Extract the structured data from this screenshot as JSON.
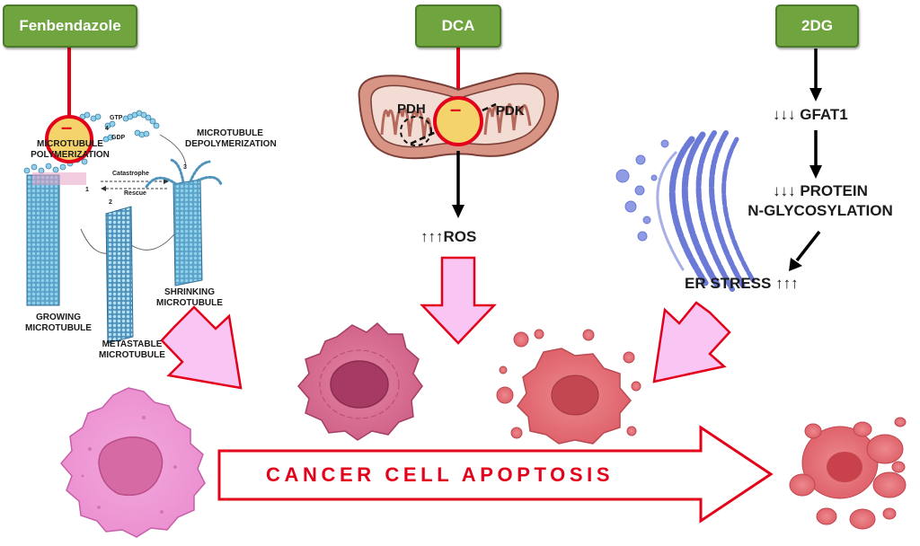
{
  "drugs": {
    "fenbendazole": "Fenbendazole",
    "dca": "DCA",
    "dg2": "2DG"
  },
  "microtubule": {
    "polymerization": "MICROTUBULE POLYMERIZATION",
    "depolymerization": "MICROTUBULE DEPOLYMERIZATION",
    "gtp": "GTP",
    "gdp": "GDP",
    "catastrophe": "Catastrophe",
    "rescue": "Rescue",
    "growing": "GROWING MICROTUBULE",
    "metastable": "METASTABLE MICROTUBULE",
    "shrinking": "SHRINKING MICROTUBULE",
    "num1": "1",
    "num2": "2",
    "num3": "3",
    "num4": "4"
  },
  "mito": {
    "pdh": "PDH",
    "pdk": "PDK",
    "ros": "↑↑↑ROS"
  },
  "dg2_path": {
    "gfat1": "↓↓↓ GFAT1",
    "protein_line1": "↓↓↓ PROTEIN",
    "protein_line2": "N-GLYCOSYLATION",
    "er_stress": "ER STRESS ↑↑↑"
  },
  "inhibit_symbol": "–",
  "outcome": "CANCER CELL APOPTOSIS",
  "colors": {
    "drug_box": "#6fa43f",
    "inhibition_line": "#e3001b",
    "inhibition_circle_fill": "#f5d36b",
    "pink_arrow": "#f9c6f3",
    "outcome_text": "#e3001b"
  }
}
